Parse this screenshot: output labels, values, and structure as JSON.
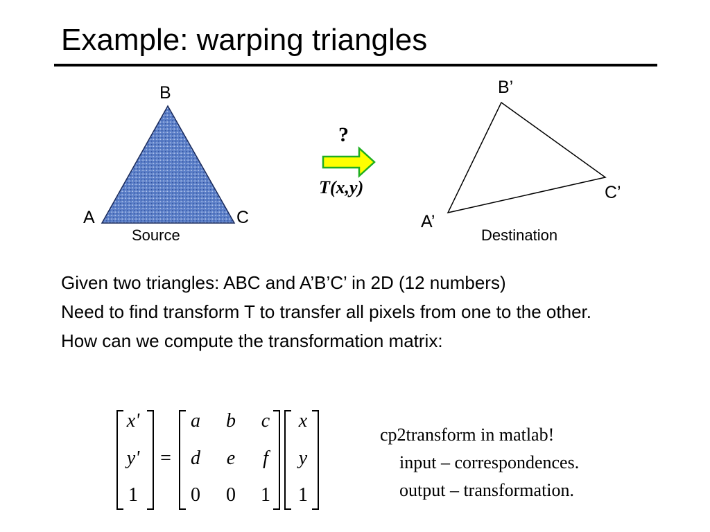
{
  "slide": {
    "title": "Example: warping triangles"
  },
  "figure": {
    "source": {
      "vertex_b": "B",
      "vertex_a": "A",
      "vertex_c": "C",
      "caption": "Source",
      "fill_color": "#5b7fc8"
    },
    "transform": {
      "question": "?",
      "label_t": "T",
      "label_args": "(x,y)",
      "arrow_color": "#ffff00",
      "arrow_outline": "#1fae1f"
    },
    "destination": {
      "vertex_b": "B’",
      "vertex_a": "A’",
      "vertex_c": "C’",
      "caption": "Destination"
    }
  },
  "bullets": [
    "Given two triangles: ABC and A’B’C’ in 2D (12 numbers)",
    "Need to find transform T to transfer all pixels from one to the other.",
    "How can we compute the transformation matrix:"
  ],
  "matrix": {
    "lhs": [
      "x'",
      "y'",
      "1"
    ],
    "equals": "=",
    "m": [
      [
        "a",
        "b",
        "c"
      ],
      [
        "d",
        "e",
        "f"
      ],
      [
        "0",
        "0",
        "1"
      ]
    ],
    "rhs": [
      "x",
      "y",
      "1"
    ]
  },
  "notes": {
    "line1": "cp2transform in matlab!",
    "line2": "input – correspondences.",
    "line3": "output – transformation."
  }
}
